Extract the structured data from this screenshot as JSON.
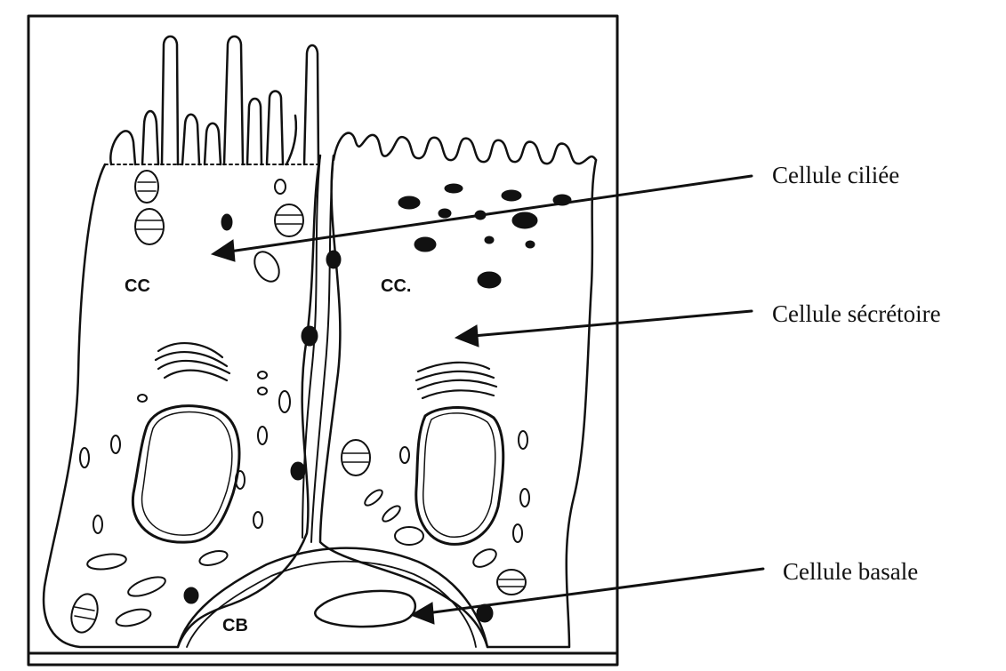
{
  "labels": {
    "cellule_ciliee": "Cellule ciliée",
    "cellule_secretoire": "Cellule sécrétoire",
    "cellule_basale": "Cellule basale"
  },
  "cell_abbreviations": {
    "left": "CC",
    "right": "CC.",
    "basal": "CB"
  },
  "colors": {
    "ink": "#111111",
    "background": "#ffffff"
  }
}
